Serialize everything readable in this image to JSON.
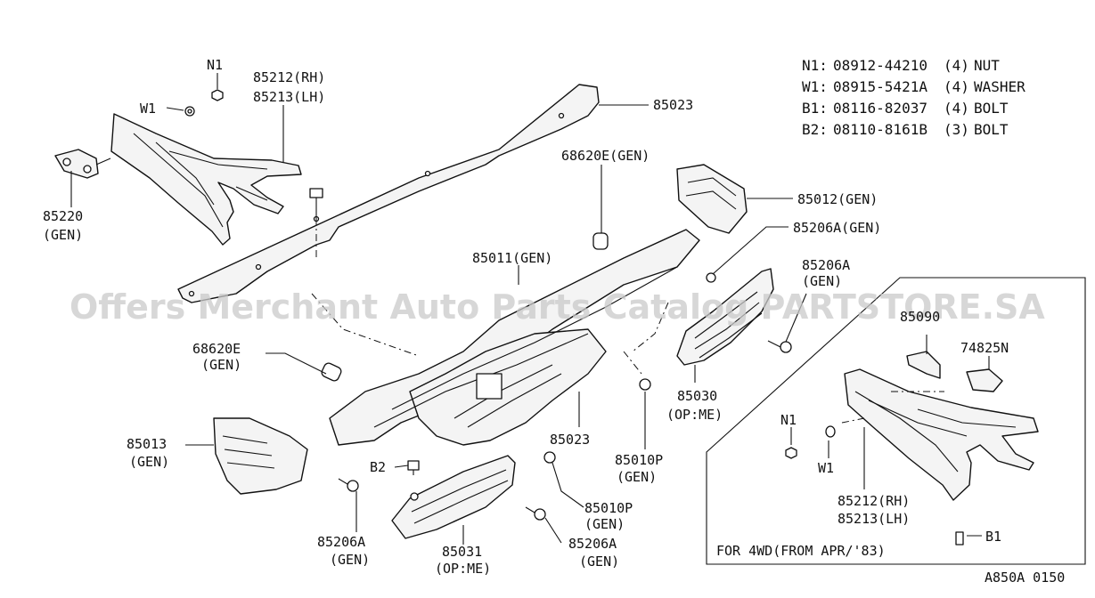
{
  "legend": [
    {
      "code": "N1:",
      "part": "08912-44210",
      "qty": "(4)",
      "desc": "NUT"
    },
    {
      "code": "W1:",
      "part": "08915-5421A",
      "qty": "(4)",
      "desc": "WASHER"
    },
    {
      "code": "B1:",
      "part": "08116-82037",
      "qty": "(4)",
      "desc": "BOLT"
    },
    {
      "code": "B2:",
      "part": "08110-8161B",
      "qty": "(3)",
      "desc": "BOLT"
    }
  ],
  "labels": {
    "n1_top": "N1",
    "w1_top": "W1",
    "p85212_rh_top": "85212(RH)",
    "p85213_lh_top": "85213(LH)",
    "p85220": "85220",
    "p85220_gen": "(GEN)",
    "p85023_top": "85023",
    "p68620e_gen_top": "68620E(GEN)",
    "p85012": "85012(GEN)",
    "p85206a_right1": "85206A(GEN)",
    "p85011": "85011(GEN)",
    "p85206a_right2": "85206A",
    "p85206a_right2_gen": "(GEN)",
    "p68620e_left": "68620E",
    "p68620e_left_gen": "(GEN)",
    "p85030": "85030",
    "p85030_op": "(OP:ME)",
    "p85013": "85013",
    "p85013_gen": "(GEN)",
    "p85023_bottom": "85023",
    "p85010p_1": "85010P",
    "p85010p_1_gen": "(GEN)",
    "b2": "B2",
    "p85010p_2": "85010P",
    "p85010p_2_gen": "(GEN)",
    "p85206a_bl": "85206A",
    "p85206a_bl_gen": "(GEN)",
    "p85031": "85031",
    "p85031_op": "(OP:ME)",
    "p85206a_bm": "85206A",
    "p85206a_bm_gen": "(GEN)",
    "inset_85090": "85090",
    "inset_74825n": "74825N",
    "inset_n1": "N1",
    "inset_w1": "W1",
    "inset_85212": "85212(RH)",
    "inset_85213": "85213(LH)",
    "inset_b1": "B1",
    "inset_caption": "FOR 4WD(FROM APR/'83)"
  },
  "footer_code": "A850A 0150",
  "watermark": "Offers Merchant Auto Parts Catalog PARTSTORE.SA"
}
